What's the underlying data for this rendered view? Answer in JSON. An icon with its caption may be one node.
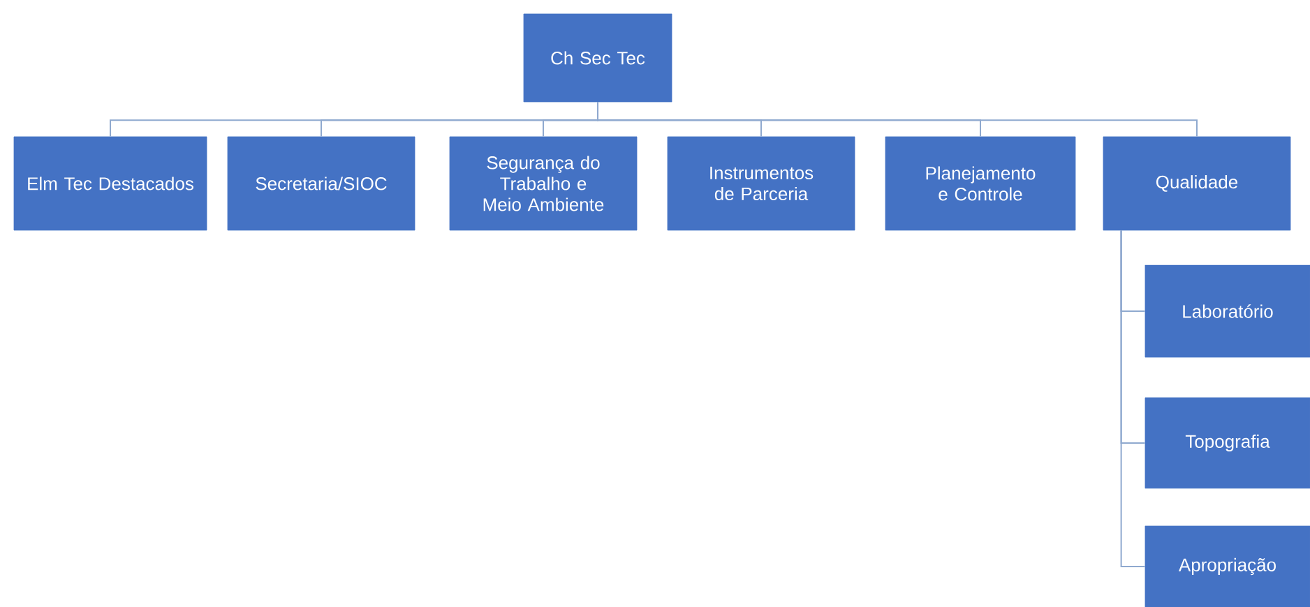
{
  "diagram": {
    "nodes": [
      {
        "text": [
          "Ch Sec Tec"
        ]
      },
      {
        "text": [
          "Elm Tec Destacados"
        ]
      },
      {
        "text": [
          "Secretaria/SIOC"
        ]
      },
      {
        "text": [
          "Segurança do Trabalho e Meio Ambiente"
        ]
      },
      {
        "text": [
          "Instrumentos de Parceria"
        ]
      },
      {
        "text": [
          "Planejamento e Controle"
        ]
      },
      {
        "text": [
          "Qualidade"
        ]
      },
      {
        "text": [
          "Laboratório"
        ]
      },
      {
        "text": [
          "Topografia"
        ]
      },
      {
        "text": [
          "Apropriação"
        ]
      }
    ],
    "edges": [
      {
        "from": 0,
        "to": 1,
        "arrow": "none"
      },
      {
        "from": 0,
        "to": 2,
        "arrow": "none"
      },
      {
        "from": 0,
        "to": 3,
        "arrow": "none"
      },
      {
        "from": 0,
        "to": 4,
        "arrow": "none"
      },
      {
        "from": 0,
        "to": 5,
        "arrow": "none"
      },
      {
        "from": 0,
        "to": 6,
        "arrow": "none"
      },
      {
        "from": 6,
        "to": 7,
        "arrow": "none"
      },
      {
        "from": 6,
        "to": 8,
        "arrow": "none"
      },
      {
        "from": 6,
        "to": 9,
        "arrow": "none"
      }
    ]
  }
}
